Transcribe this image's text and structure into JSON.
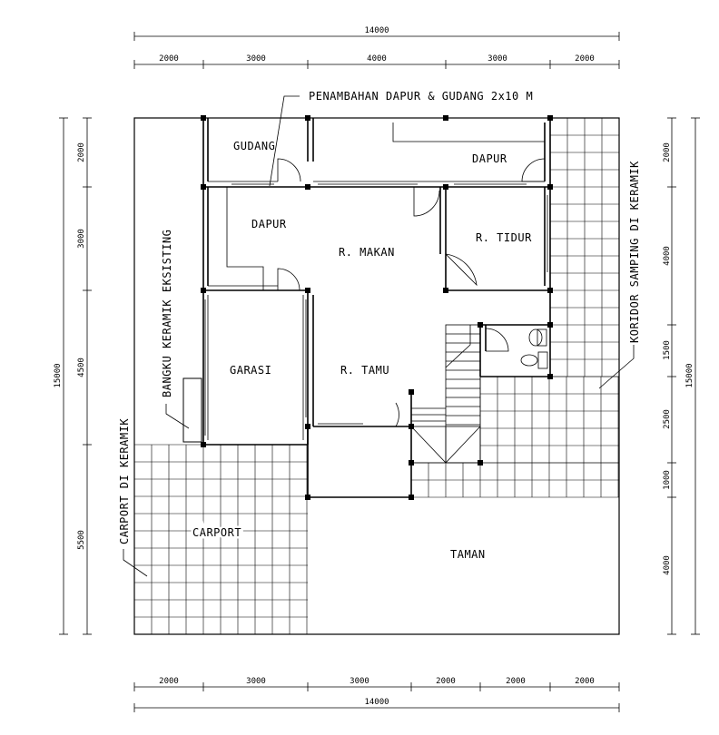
{
  "dims": {
    "top_total": "14000",
    "top_segments": [
      "2000",
      "3000",
      "4000",
      "3000",
      "2000"
    ],
    "bottom_segments": [
      "2000",
      "3000",
      "3000",
      "2000",
      "2000",
      "2000"
    ],
    "bottom_total": "14000",
    "left_total": "15000",
    "left_segments": [
      "2000",
      "3000",
      "4500",
      "5500"
    ],
    "right_total": "15000",
    "right_segments": [
      "2000",
      "4000",
      "1500",
      "2500",
      "1000",
      "4000"
    ]
  },
  "rooms": {
    "gudang": "GUDANG",
    "dapur_top": "DAPUR",
    "dapur_main": "DAPUR",
    "r_makan": "R. MAKAN",
    "r_tidur": "R. TIDUR",
    "garasi": "GARASI",
    "r_tamu": "R. TAMU",
    "carport": "CARPORT",
    "taman": "TAMAN"
  },
  "annotations": {
    "penambahan": "PENAMBAHAN DAPUR & GUDANG 2x10 M",
    "bangku": "BANGKU KERAMIK EKSISTING",
    "koridor": "KORIDOR SAMPING DI KERAMIK",
    "carport_keramik": "CARPORT DI KERAMIK"
  }
}
